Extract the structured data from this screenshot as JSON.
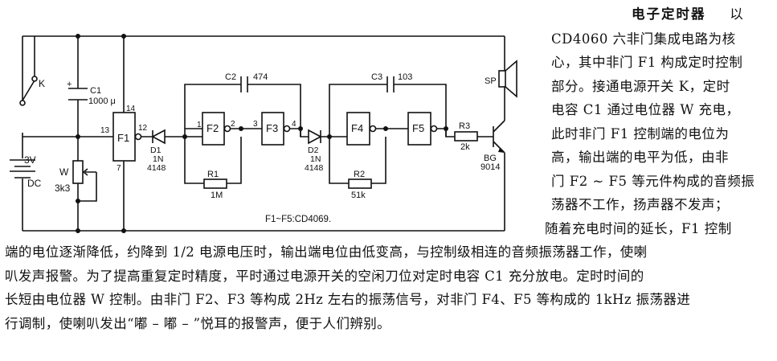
{
  "article": {
    "heading": "电子定时器",
    "side_lines": [
      "以",
      "CD4060 六非门集成电路为核",
      "心，其中非门 F1 构成定时控制",
      "部分。接通电源开关 K，定时",
      "电容 C1 通过电位器 W 充电，",
      "此时非门 F1 控制端的电位为",
      "高，输出端的电平为低，由非",
      "门 F2 ~ F5 等元件构成的音频振",
      "荡器不工作，扬声器不发声；",
      "随着充电时间的延长，F1 控制"
    ],
    "full_lines": [
      "端的电位逐渐降低，约降到 1/2 电源电压时，输出端电位由低变高，与控制级相连的音频振荡器工作，使喇",
      "叭发声报警。为了提高重复定时精度，平时通过电源开关的空闲刀位对定时电容 C1 充分放电。定时时间的",
      "长短由电位器 W 控制。由非门 F2、F3 等构成 2Hz 左右的振荡信号，对非门 F4、F5 等构成的 1kHz 振荡器进",
      "行调制，使喇叭发出“嘟 – 嘟 – ”悦耳的报警声，便于人们辨别。"
    ]
  },
  "circuit": {
    "battery": {
      "voltage": "3V",
      "type": "DC"
    },
    "switch": "K",
    "c1": {
      "name": "C1",
      "value": "1000 μ"
    },
    "pot": {
      "name": "W",
      "value": "3k3"
    },
    "f1": {
      "name": "F1",
      "pin_in": "13",
      "pin_out": "12",
      "pin_vdd": "14",
      "pin_gnd": "7"
    },
    "d1": {
      "name": "D1",
      "type1": "1N",
      "type2": "4148"
    },
    "f2": {
      "name": "F2",
      "pin_in": "1",
      "pin_out": "2"
    },
    "f3": {
      "name": "F3",
      "pin_in": "3",
      "pin_out": "4"
    },
    "c2": {
      "name": "C2",
      "value": "474"
    },
    "r1": {
      "name": "R1",
      "value": "1M"
    },
    "d2": {
      "name": "D2",
      "type1": "1N",
      "type2": "4148"
    },
    "f4": {
      "name": "F4"
    },
    "f5": {
      "name": "F5"
    },
    "c3": {
      "name": "C3",
      "value": "103"
    },
    "r2": {
      "name": "R2",
      "value": "51k"
    },
    "r3": {
      "name": "R3",
      "value": "2k"
    },
    "bg": {
      "name": "BG",
      "value": "9014"
    },
    "sp": "SP",
    "note": "F1~F5:CD4069."
  }
}
